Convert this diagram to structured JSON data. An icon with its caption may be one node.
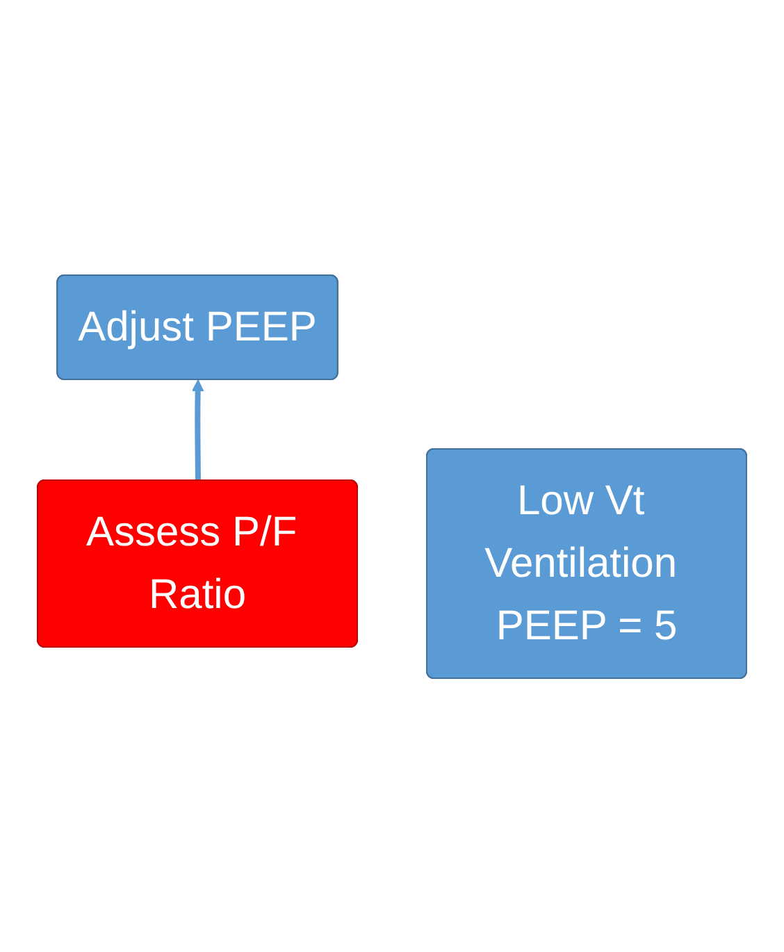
{
  "diagram": {
    "nodes": [
      {
        "text": [
          "Adjust PEEP"
        ]
      },
      {
        "text": [
          "Assess P/F Ratio"
        ]
      },
      {
        "text": [
          "Low Vt Ventilation PEEP = 5"
        ]
      }
    ],
    "edges": [
      {
        "from": 1,
        "to": 0,
        "arrow": "to"
      }
    ]
  }
}
